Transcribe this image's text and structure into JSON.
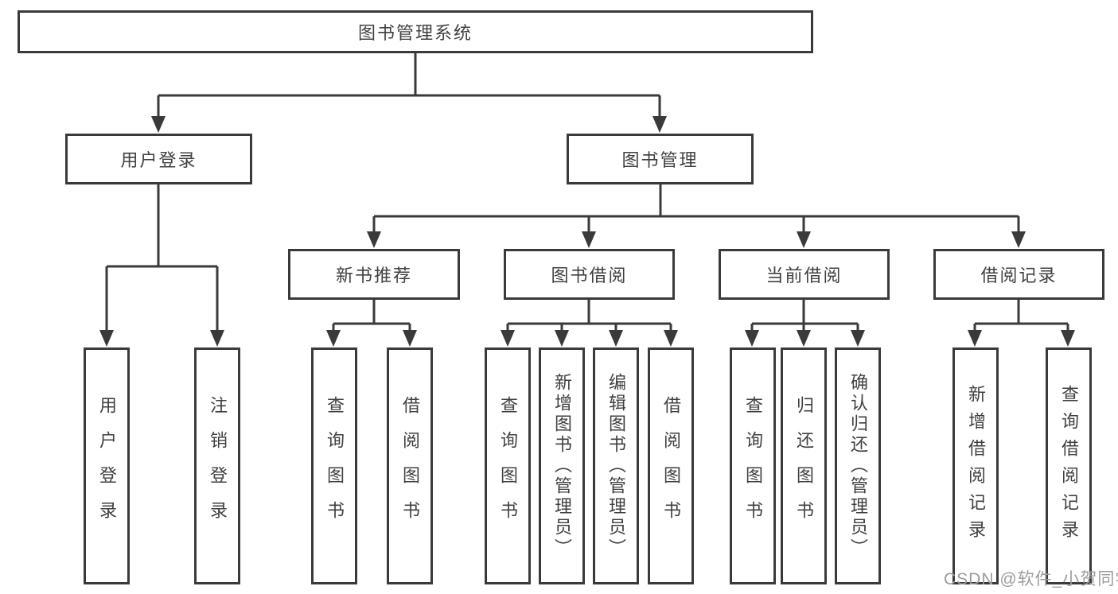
{
  "root": {
    "label": "图书管理系统"
  },
  "branches": {
    "user_login": {
      "label": "用户登录",
      "children": [
        "用户登录",
        "注销登录"
      ]
    },
    "book_mgmt": {
      "label": "图书管理",
      "sections": {
        "new_book_rec": {
          "label": "新书推荐",
          "children": [
            "查询图书",
            "借阅图书"
          ]
        },
        "book_borrow": {
          "label": "图书借阅",
          "children": [
            "查询图书",
            "新增图书（管理员）",
            "编辑图书（管理员）",
            "借阅图书"
          ]
        },
        "current_borrow": {
          "label": "当前借阅",
          "children": [
            "查询图书",
            "归还图书",
            "确认归还（管理员）"
          ]
        },
        "borrow_records": {
          "label": "借阅记录",
          "children": [
            "新增借阅记录",
            "查询借阅记录"
          ]
        }
      }
    }
  },
  "watermark": "CSDN @软件_小贺同学",
  "colors": {
    "line": "#3a3a3a",
    "text": "#404040",
    "watermark": "#9c9c9c",
    "background": "#ffffff"
  }
}
